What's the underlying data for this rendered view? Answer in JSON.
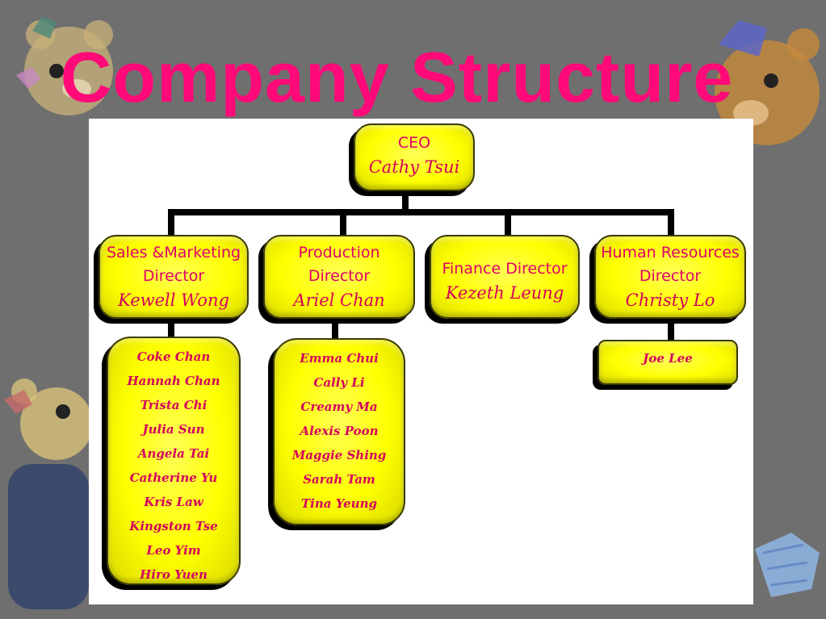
{
  "slide": {
    "title": "Company Structure"
  },
  "org": {
    "ceo": {
      "role": "CEO",
      "name": "Cathy Tsui"
    },
    "sales": {
      "role_line1": "Sales &Marketing",
      "role_line2": "Director",
      "name": "Kewell Wong",
      "members": [
        "Coke Chan",
        "Hannah Chan",
        "Trista Chi",
        "Julia Sun",
        "Angela Tai",
        "Catherine Yu",
        "Kris Law",
        "Kingston Tse",
        "Leo Yim",
        "Hiro Yuen"
      ]
    },
    "production": {
      "role_line1": "Production",
      "role_line2": "Director",
      "name": "Ariel Chan",
      "members": [
        "Emma Chui",
        "Cally Li",
        "Creamy Ma",
        "Alexis Poon",
        "Maggie Shing",
        "Sarah Tam",
        "Tina Yeung"
      ]
    },
    "finance": {
      "role": "Finance Director",
      "name": "Kezeth Leung"
    },
    "hr": {
      "role_line1": "Human Resources",
      "role_line2": "Director",
      "name": "Christy Lo",
      "members": [
        "Joe Lee"
      ]
    }
  },
  "colors": {
    "title": "#ff0a78",
    "box_fill": "#ffff00",
    "text": "#d4005f",
    "background": "#6f6f6f"
  },
  "decorations": [
    "teddy-bear-top-left",
    "teddy-bear-top-right",
    "teddy-bear-left",
    "teddy-bear-bottom-right"
  ]
}
